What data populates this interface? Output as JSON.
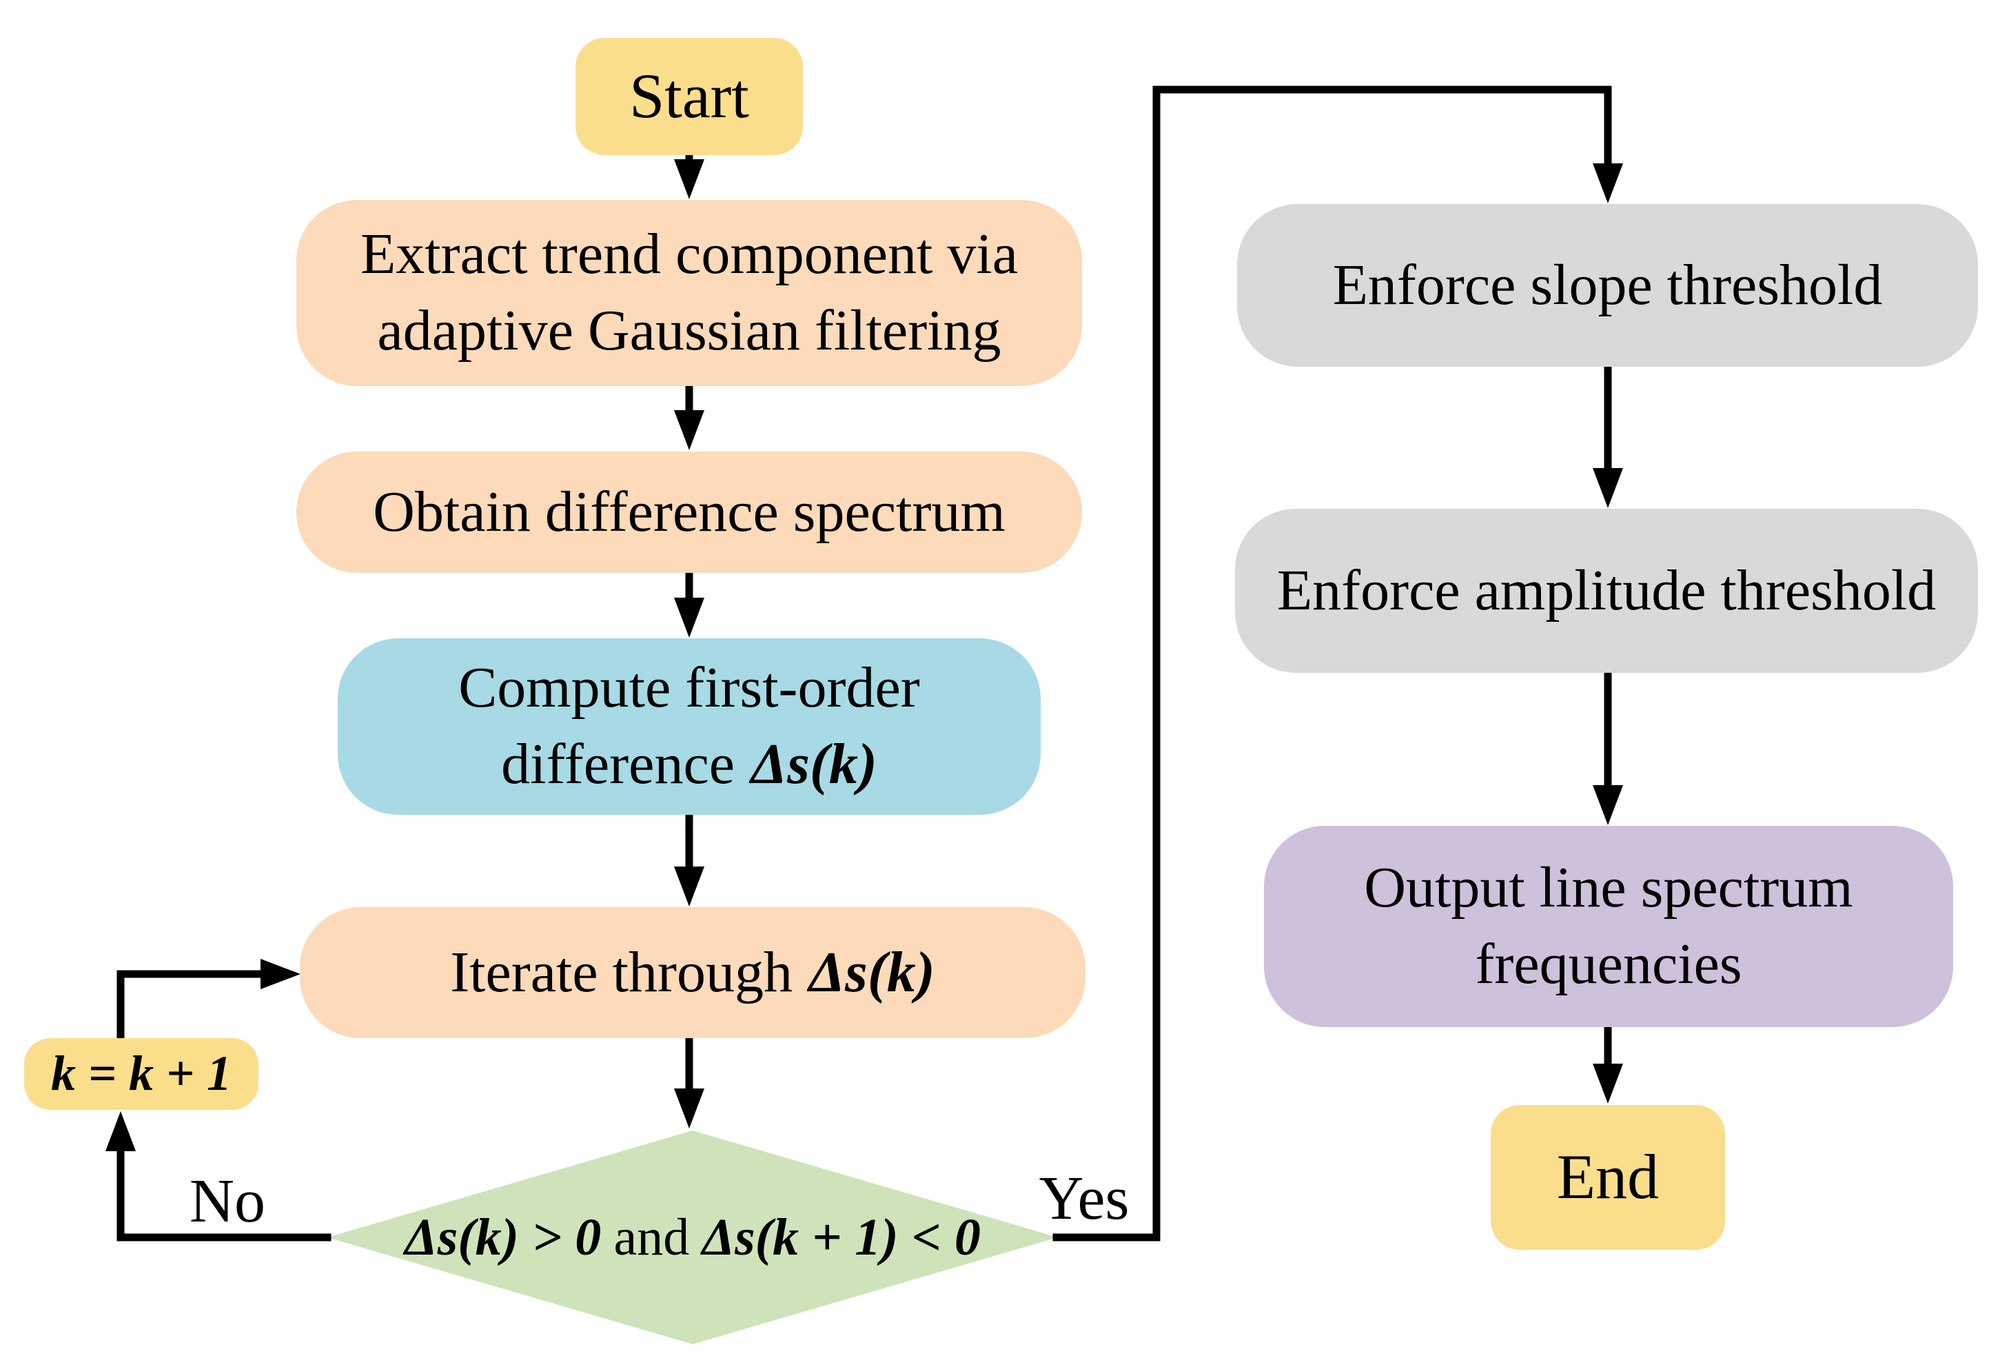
{
  "colors": {
    "yellow": "#FBDE8C",
    "peach": "#FCDABA",
    "blue": "#A7DAE5",
    "green": "#CFE3BA",
    "gray": "#D9D9D9",
    "purple": "#CDC1DB",
    "line": "#000000"
  },
  "nodes": {
    "start": {
      "label": "Start"
    },
    "extract": {
      "line1": "Extract trend component via",
      "line2": "adaptive Gaussian filtering"
    },
    "obtain": {
      "label": "Obtain difference spectrum"
    },
    "compute": {
      "line1": "Compute first-order",
      "line2_prefix": "difference",
      "line2_math": "Δs(k)"
    },
    "iterate": {
      "prefix": "Iterate through",
      "math": "Δs(k)"
    },
    "decision": {
      "math1": "Δs(k) > 0",
      "conj": "and",
      "math2": "Δs(k + 1) < 0"
    },
    "increment": {
      "label": "k = k + 1"
    },
    "slope": {
      "label": "Enforce slope threshold"
    },
    "amplitude": {
      "label": "Enforce amplitude threshold"
    },
    "output": {
      "line1": "Output line spectrum",
      "line2": "frequencies"
    },
    "end": {
      "label": "End"
    }
  },
  "labels": {
    "no": "No",
    "yes": "Yes"
  }
}
